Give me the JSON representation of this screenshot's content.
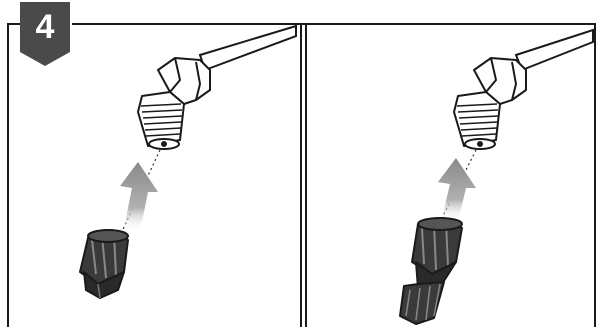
{
  "step": {
    "number": "4"
  },
  "panels": [
    {
      "id": "left",
      "part": "nozzle-cap-short"
    },
    {
      "id": "right",
      "part": "nozzle-tip-long"
    }
  ],
  "icons": [
    "elbow-connector-icon",
    "up-arrow-icon",
    "nozzle-icon"
  ],
  "colors": {
    "line": "#1a1a1a",
    "badge": "#4a4a4a",
    "arrow": "#9a9a9a"
  }
}
